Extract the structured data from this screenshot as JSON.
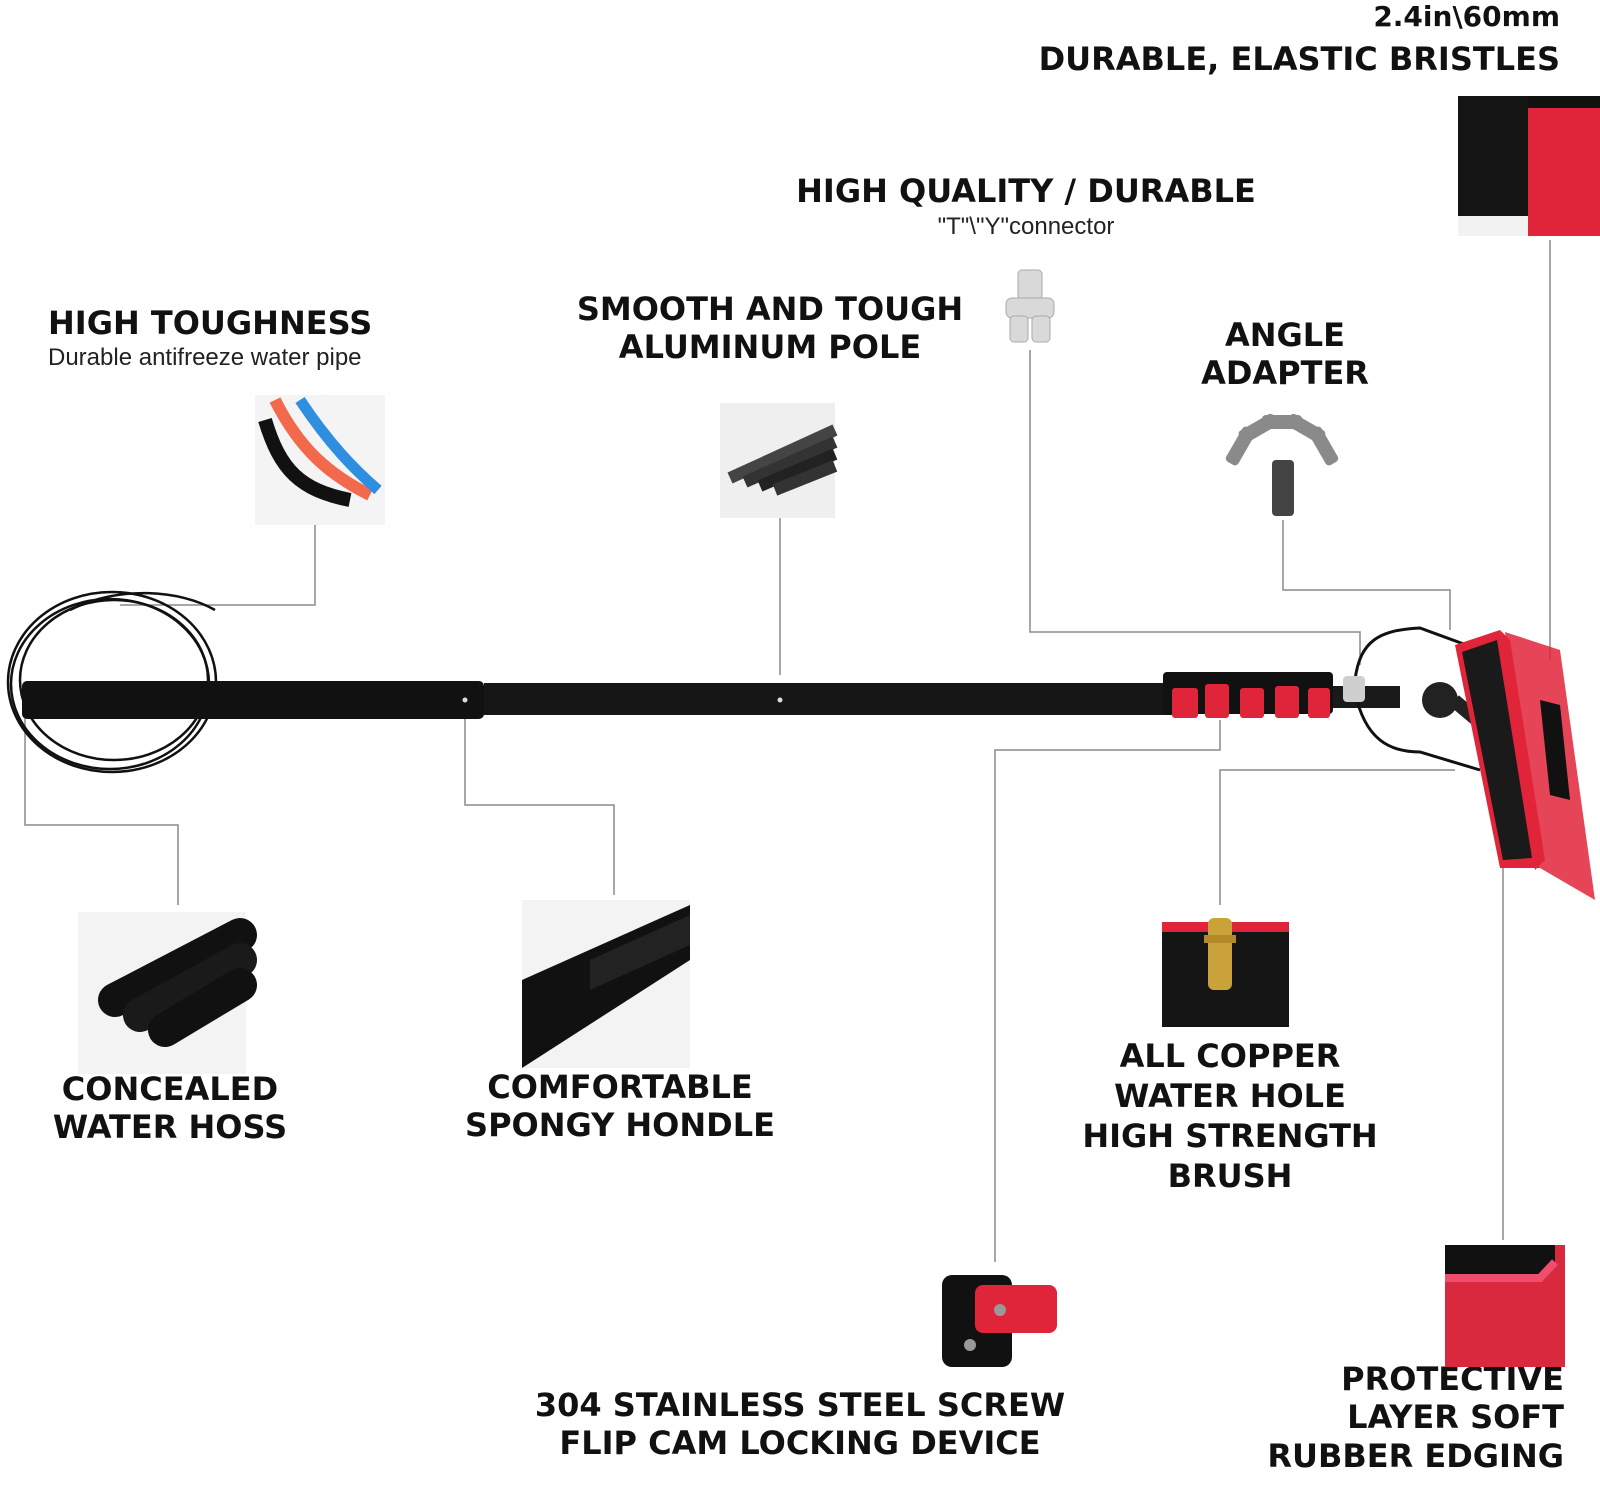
{
  "labels": {
    "bristles": {
      "size": "2.4in\\60mm",
      "title": "DURABLE, ELASTIC BRISTLES"
    },
    "connector": {
      "title": "HIGH QUALITY / DURABLE",
      "subtitle": "\"T\"\\\"Y\"connector"
    },
    "pole": {
      "line1": "SMOOTH AND TOUGH",
      "line2": "ALUMINUM POLE"
    },
    "pipe": {
      "title": "HIGH TOUGHNESS",
      "subtitle": "Durable antifreeze water pipe"
    },
    "angle": {
      "line1": "ANGLE",
      "line2": "ADAPTER"
    },
    "hose": {
      "line1": "CONCEALED",
      "line2": "WATER HOSS"
    },
    "handle": {
      "line1": "COMFORTABLE",
      "line2": "SPONGY HONDLE"
    },
    "copper": {
      "line1": "ALL COPPER",
      "line2": "WATER HOLE",
      "line3": "HIGH STRENGTH",
      "line4": "BRUSH"
    },
    "lock": {
      "line1": "304 STAINLESS STEEL SCREW",
      "line2": "FLIP CAM LOCKING DEVICE"
    },
    "edging": {
      "line1": "PROTECTIVE",
      "line2": "LAYER SOFT",
      "line3": "RUBBER EDGING"
    }
  },
  "colors": {
    "accent_red": "#e0243a",
    "pole_black": "#111111",
    "line_gray": "#8a8a8a"
  }
}
